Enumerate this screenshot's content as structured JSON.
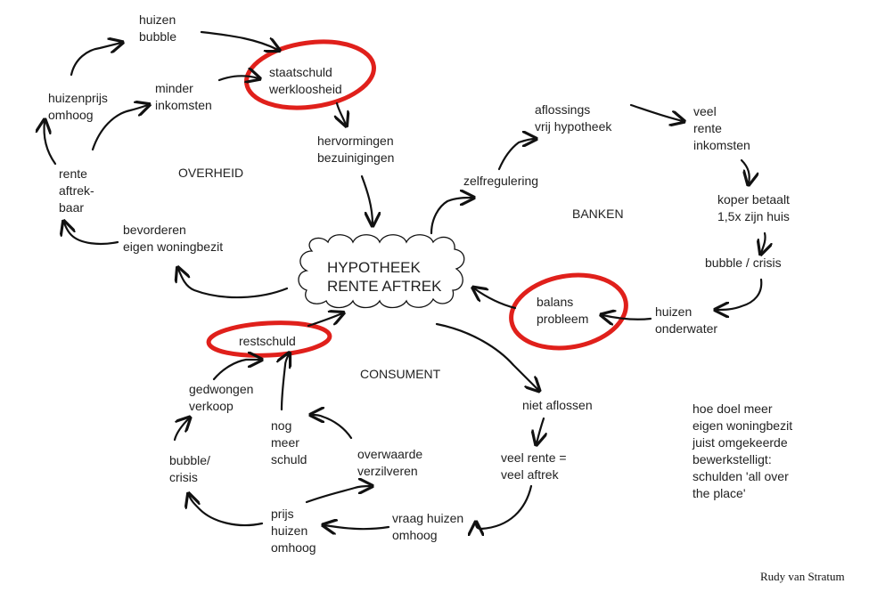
{
  "nodes": {
    "huizen_bubble": [
      "huizen",
      "bubble"
    ],
    "staatschuld": [
      "staatschuld",
      "werkloosheid"
    ],
    "huizenprijs_omhoog": [
      "huizenprijs",
      "omhoog"
    ],
    "minder_inkomsten": [
      "minder",
      "inkomsten"
    ],
    "hervormingen": [
      "hervormingen",
      "bezuinigingen"
    ],
    "rente_aftrekbaar": [
      "rente",
      "aftrek-",
      "baar"
    ],
    "overheid": "OVERHEID",
    "bevorderen": [
      "bevorderen",
      "eigen woningbezit"
    ],
    "hypotheek": [
      "HYPOTHEEK",
      "RENTE AFTREK"
    ],
    "aflossingsvrij": [
      "aflossings",
      "vrij hypotheek"
    ],
    "veel_rente_inkomsten": [
      "veel",
      "rente",
      "inkomsten"
    ],
    "zelfregulering": "zelfregulering",
    "banken": "BANKEN",
    "koper_betaalt": [
      "koper betaalt",
      "1,5x zijn huis"
    ],
    "bubble_crisis_bank": "bubble / crisis",
    "balans_probleem": [
      "balans",
      "probleem"
    ],
    "huizen_onderwater": [
      "huizen",
      "onderwater"
    ],
    "restschuld": "restschuld",
    "consument": "CONSUMENT",
    "gedwongen_verkoop": [
      "gedwongen",
      "verkoop"
    ],
    "niet_aflossen": "niet aflossen",
    "nog_meer_schuld": [
      "nog",
      "meer",
      "schuld"
    ],
    "overwaarde": [
      "overwaarde",
      "verzilveren"
    ],
    "bubble_crisis_cons": [
      "bubble/",
      "crisis"
    ],
    "veel_rente_aftrek": [
      "veel rente =",
      "veel aftrek"
    ],
    "prijs_huizen_omhoog": [
      "prijs",
      "huizen",
      "omhoog"
    ],
    "vraag_huizen": [
      "vraag huizen",
      "omhoog"
    ]
  },
  "note": [
    "hoe doel meer",
    "eigen woningbezit",
    "juist omgekeerde",
    "bewerkstelligt:",
    "schulden 'all over",
    "the place'"
  ],
  "signature": "Rudy van Stratum",
  "colors": {
    "ink": "#111111",
    "highlight": "#e0201b"
  }
}
